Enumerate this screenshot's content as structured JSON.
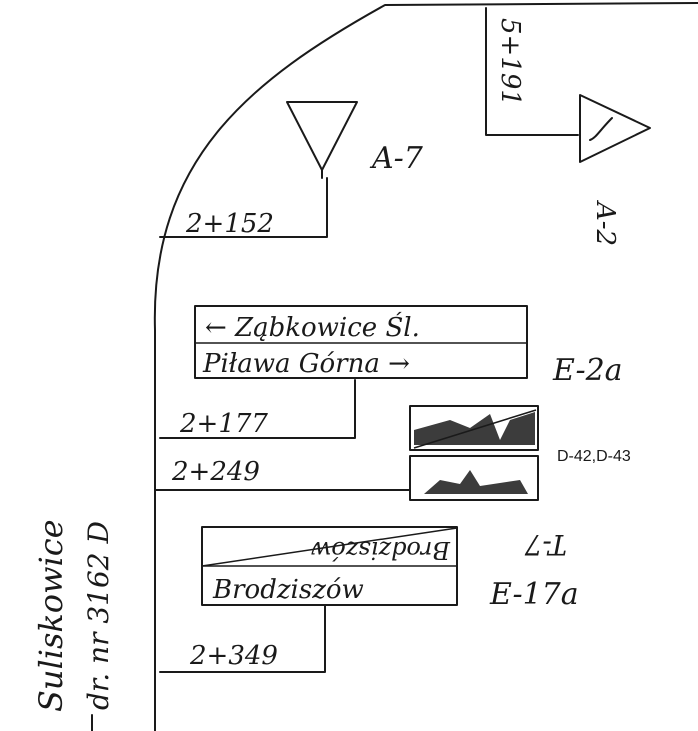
{
  "road": {
    "side_label_line1": "Suliskowice",
    "side_label_line2": "dr. nr 3162 D"
  },
  "chainages": {
    "c1": "2+152",
    "c2": "2+177",
    "c3": "2+249",
    "c4": "2+349",
    "c5": "5+191"
  },
  "signs": {
    "a7": "A-7",
    "a2": "A-2",
    "e2a": "E-2a",
    "e17a": "E-17a",
    "t7": "T-7",
    "d42": "D-42,D-43"
  },
  "direction_board": {
    "line1": "← Ząbkowice Śl.",
    "line2": "Piława Górna →"
  },
  "town_board": {
    "line1": "Brodziszów",
    "line2": "Brodziszów"
  }
}
